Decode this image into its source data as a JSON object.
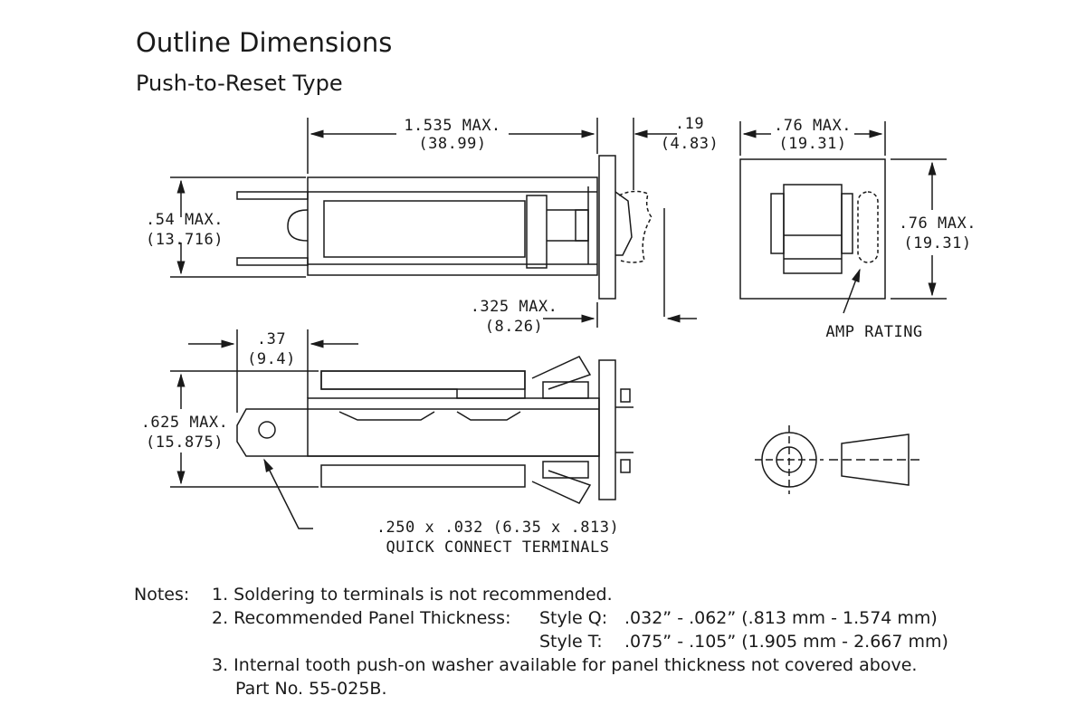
{
  "title": "Outline Dimensions",
  "subtitle": "Push-to-Reset Type",
  "dimensions": {
    "length_in": "1.535 MAX.",
    "length_mm": "(38.99)",
    "panel_in": ".19",
    "panel_mm": "(4.83)",
    "width_in": ".76 MAX.",
    "width_mm": "(19.31)",
    "height_in": ".54 MAX.",
    "height_mm": "(13.716)",
    "right_height_in": ".76 MAX.",
    "right_height_mm": "(19.31)",
    "button_in": ".325 MAX.",
    "button_mm": "(8.26)",
    "terminal_in": ".37",
    "terminal_mm": "(9.4)",
    "side_height_in": ".625 MAX.",
    "side_height_mm": "(15.875)",
    "qc_size": ".250 x .032 (6.35 x .813)",
    "qc_label": "QUICK CONNECT TERMINALS",
    "amp_rating": "AMP RATING"
  },
  "notes": {
    "label": "Notes:",
    "n1": "1. Soldering to terminals is not recommended.",
    "n2": "2. Recommended Panel Thickness:",
    "style_q_label": "Style Q:",
    "style_q_value": ".032” - .062” (.813 mm - 1.574 mm)",
    "style_t_label": "Style T:",
    "style_t_value": ".075” - .105” (1.905 mm - 2.667 mm)",
    "n3": "3. Internal tooth push-on washer available for panel thickness not covered above.",
    "part_no": "Part No. 55-025B."
  }
}
